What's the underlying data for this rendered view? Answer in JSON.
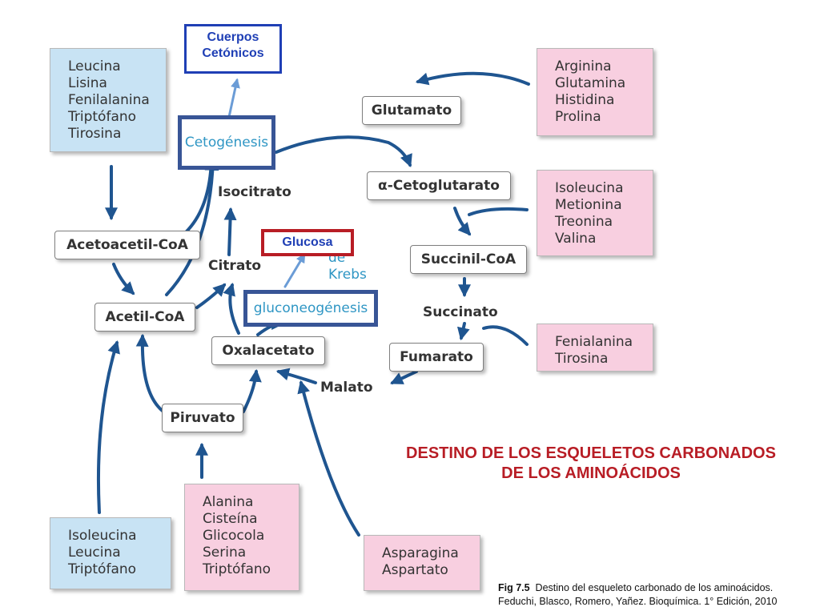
{
  "lists": {
    "top_left": [
      "Leucina",
      "Lisina",
      "Fenilalanina",
      "Triptófano",
      "Tirosina"
    ],
    "bottom_left": [
      "Isoleucina",
      "Leucina",
      "Triptófano"
    ],
    "top_right": [
      "Arginina",
      "Glutamina",
      "Histidina",
      "Prolina"
    ],
    "middle_right": [
      "Isoleucina",
      "Metionina",
      "Treonina",
      "Valina"
    ],
    "lower_right": [
      "Fenialanina",
      "Tirosina"
    ],
    "bottom_center": [
      "Alanina",
      "Cisteína",
      "Glicocola",
      "Serina",
      "Triptófano"
    ],
    "bottom_aspart": [
      "Asparagina",
      "Aspartato"
    ]
  },
  "metabolites": {
    "glutamato": "Glutamato",
    "alfa_cetoglutarato": "α-Cetoglutarato",
    "isocitrato": "Isocitrato",
    "acetoacetil_coa": "Acetoacetil-CoA",
    "citrato": "Citrato",
    "succinil_coa": "Succinil-CoA",
    "acetil_coa": "Acetil-CoA",
    "succinato": "Succinato",
    "oxalacetato": "Oxalacetato",
    "fumarato": "Fumarato",
    "malato": "Malato",
    "piruvato": "Piruvato"
  },
  "processes": {
    "cetogenesis": "Cetogénesis",
    "gluconeogenesis": "gluconeogénesis"
  },
  "cycle_label": [
    "de",
    "Krebs"
  ],
  "annotations": {
    "cuerpos": [
      "Cuerpos",
      "Cetónicos"
    ],
    "glucosa": "Glucosa"
  },
  "title": [
    "DESTINO DE LOS ESQUELETOS CARBONADOS",
    "DE LOS AMINOÁCIDOS"
  ],
  "caption": {
    "fig": "Fig 7.5",
    "line1": "Destino del esqueleto carbonado de los aminoácidos.",
    "line2": "Feduchi, Blasco, Romero, Yañez. Bioquímica. 1° Edición, 2010"
  },
  "colors": {
    "arrow": "#1f5590",
    "annotation_arrow": "#6b9cd6",
    "title": "#b81d25",
    "blue_list": "#c8e3f4",
    "pink_list": "#f8cfe0"
  }
}
